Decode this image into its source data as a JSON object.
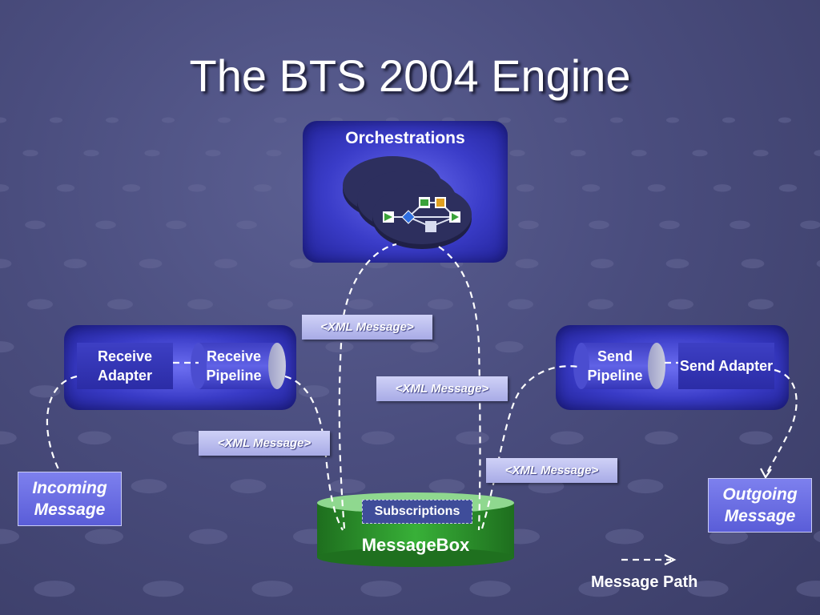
{
  "slide": {
    "title": "The BTS 2004 Engine"
  },
  "orchestrations": {
    "label": "Orchestrations"
  },
  "receive": {
    "adapter_label": "Receive Adapter",
    "pipeline_label": "Receive Pipeline"
  },
  "send": {
    "pipeline_label": "Send Pipeline",
    "adapter_label": "Send Adapter"
  },
  "messages": {
    "xml_tag": "<XML Message>",
    "incoming": "Incoming Message",
    "outgoing": "Outgoing Message"
  },
  "messagebox": {
    "label": "MessageBox",
    "subscriptions": "Subscriptions"
  },
  "legend": {
    "label": "Message Path"
  },
  "colors": {
    "background": "#4a4d7e",
    "panel": "#3a3cc8",
    "messagebox": "#2f9a2f",
    "xml_tag": "#b9bbee"
  }
}
